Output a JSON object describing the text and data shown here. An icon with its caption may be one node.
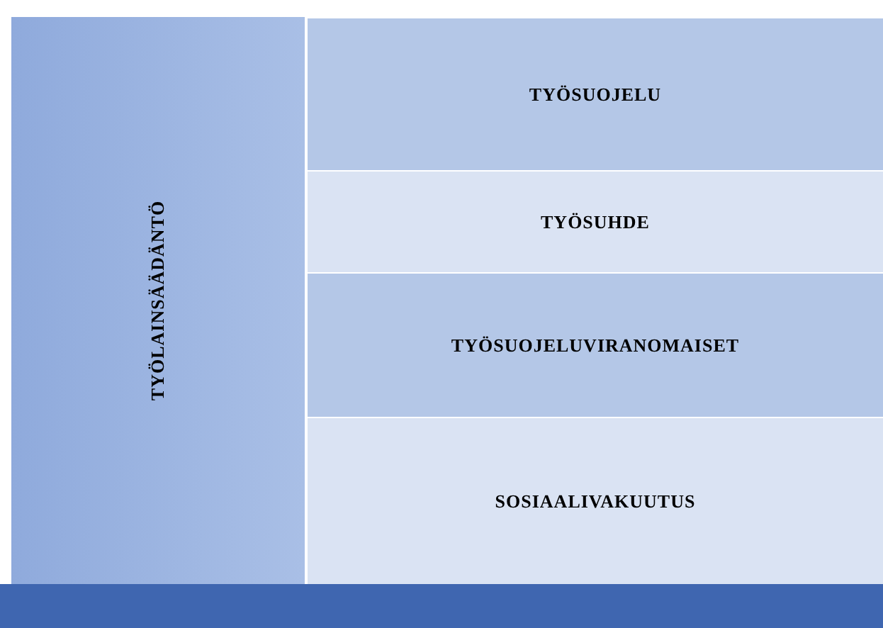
{
  "diagram": {
    "nodes": [
      {
        "text": [
          "TYÖLAINSÄÄDÄNTÖ"
        ]
      },
      {
        "text": [
          "TYÖSUOJELU"
        ]
      },
      {
        "text": [
          "TYÖSUHDE"
        ]
      },
      {
        "text": [
          "TYÖSUOJELUVIRANOMAISET"
        ]
      },
      {
        "text": [
          "SOSIAALIVAKUUTUS"
        ]
      }
    ]
  }
}
